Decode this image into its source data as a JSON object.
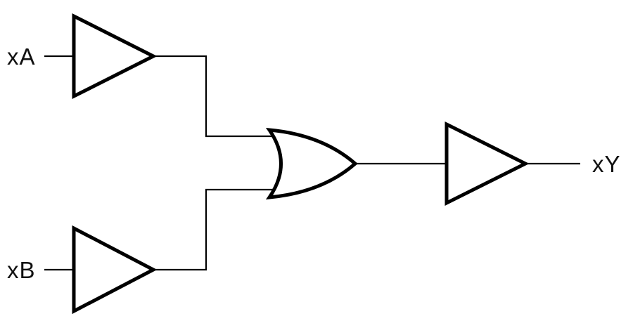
{
  "diagram": {
    "kind": "logic-circuit",
    "labels": {
      "input_a": "xA",
      "input_b": "xB",
      "output": "xY"
    },
    "gates": [
      {
        "id": "buffer-a",
        "type": "buffer"
      },
      {
        "id": "buffer-b",
        "type": "buffer"
      },
      {
        "id": "or-gate",
        "type": "or"
      },
      {
        "id": "buffer-out",
        "type": "buffer"
      }
    ],
    "connections": [
      {
        "from": "input-xA",
        "to": "buffer-a"
      },
      {
        "from": "buffer-a",
        "to": "or-gate-input-1"
      },
      {
        "from": "input-xB",
        "to": "buffer-b"
      },
      {
        "from": "buffer-b",
        "to": "or-gate-input-2"
      },
      {
        "from": "or-gate",
        "to": "buffer-out"
      },
      {
        "from": "buffer-out",
        "to": "output-xY"
      }
    ],
    "colors": {
      "stroke": "#000000",
      "background": "#ffffff"
    }
  }
}
